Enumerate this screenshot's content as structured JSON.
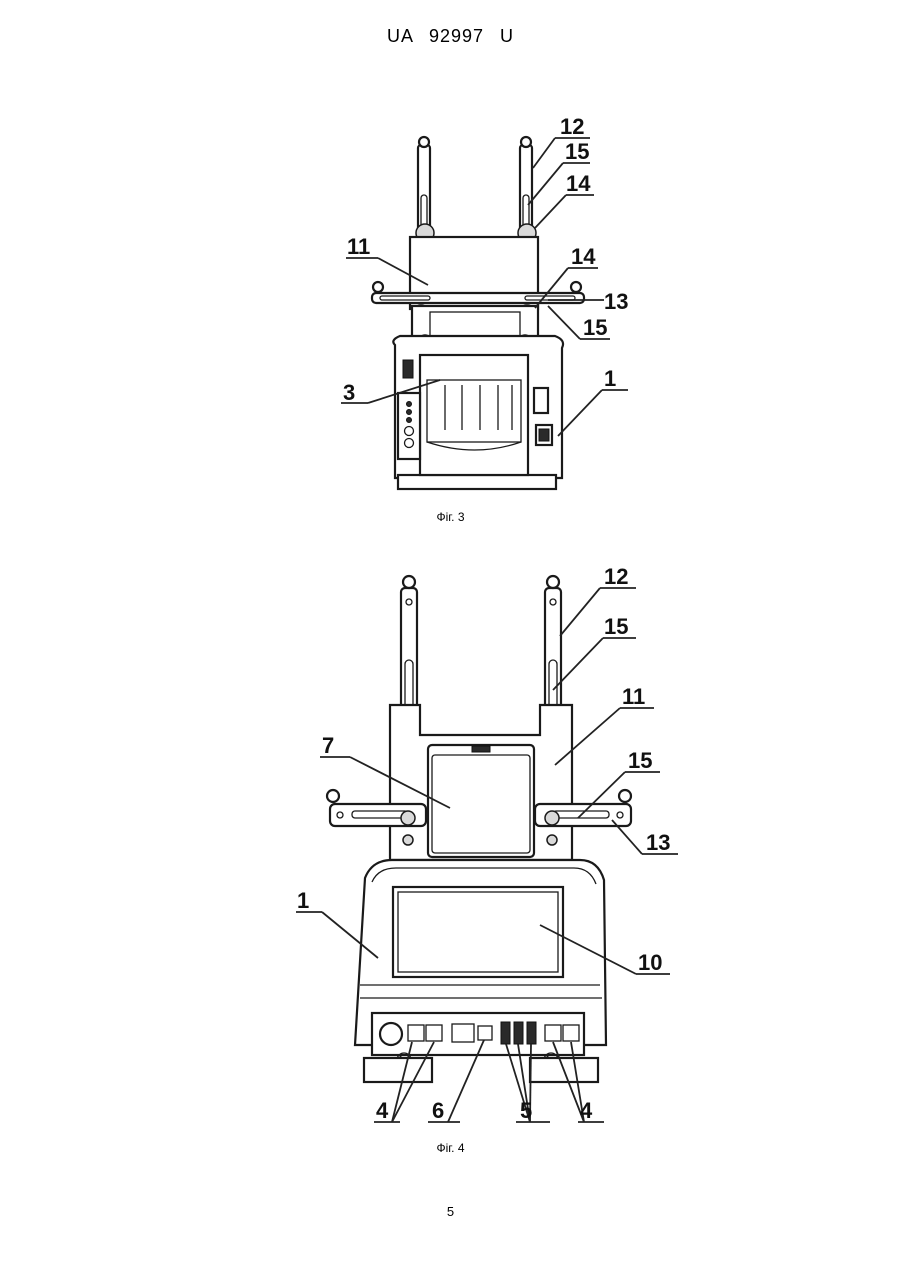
{
  "header": {
    "text": "UA   92997   U"
  },
  "figures": [
    {
      "caption": "Фіг. 3",
      "labels": {
        "l12": "12",
        "l15a": "15",
        "l14a": "14",
        "l11": "11",
        "l14b": "14",
        "l13": "13",
        "l15b": "15",
        "l3": "3",
        "l1": "1"
      }
    },
    {
      "caption": "Фіг. 4",
      "labels": {
        "l12": "12",
        "l15a": "15",
        "l11": "11",
        "l7": "7",
        "l15b": "15",
        "l13": "13",
        "l1": "1",
        "l10": "10",
        "l4a": "4",
        "l6": "6",
        "l5": "5",
        "l4b": "4"
      }
    }
  ],
  "page_number": "5"
}
